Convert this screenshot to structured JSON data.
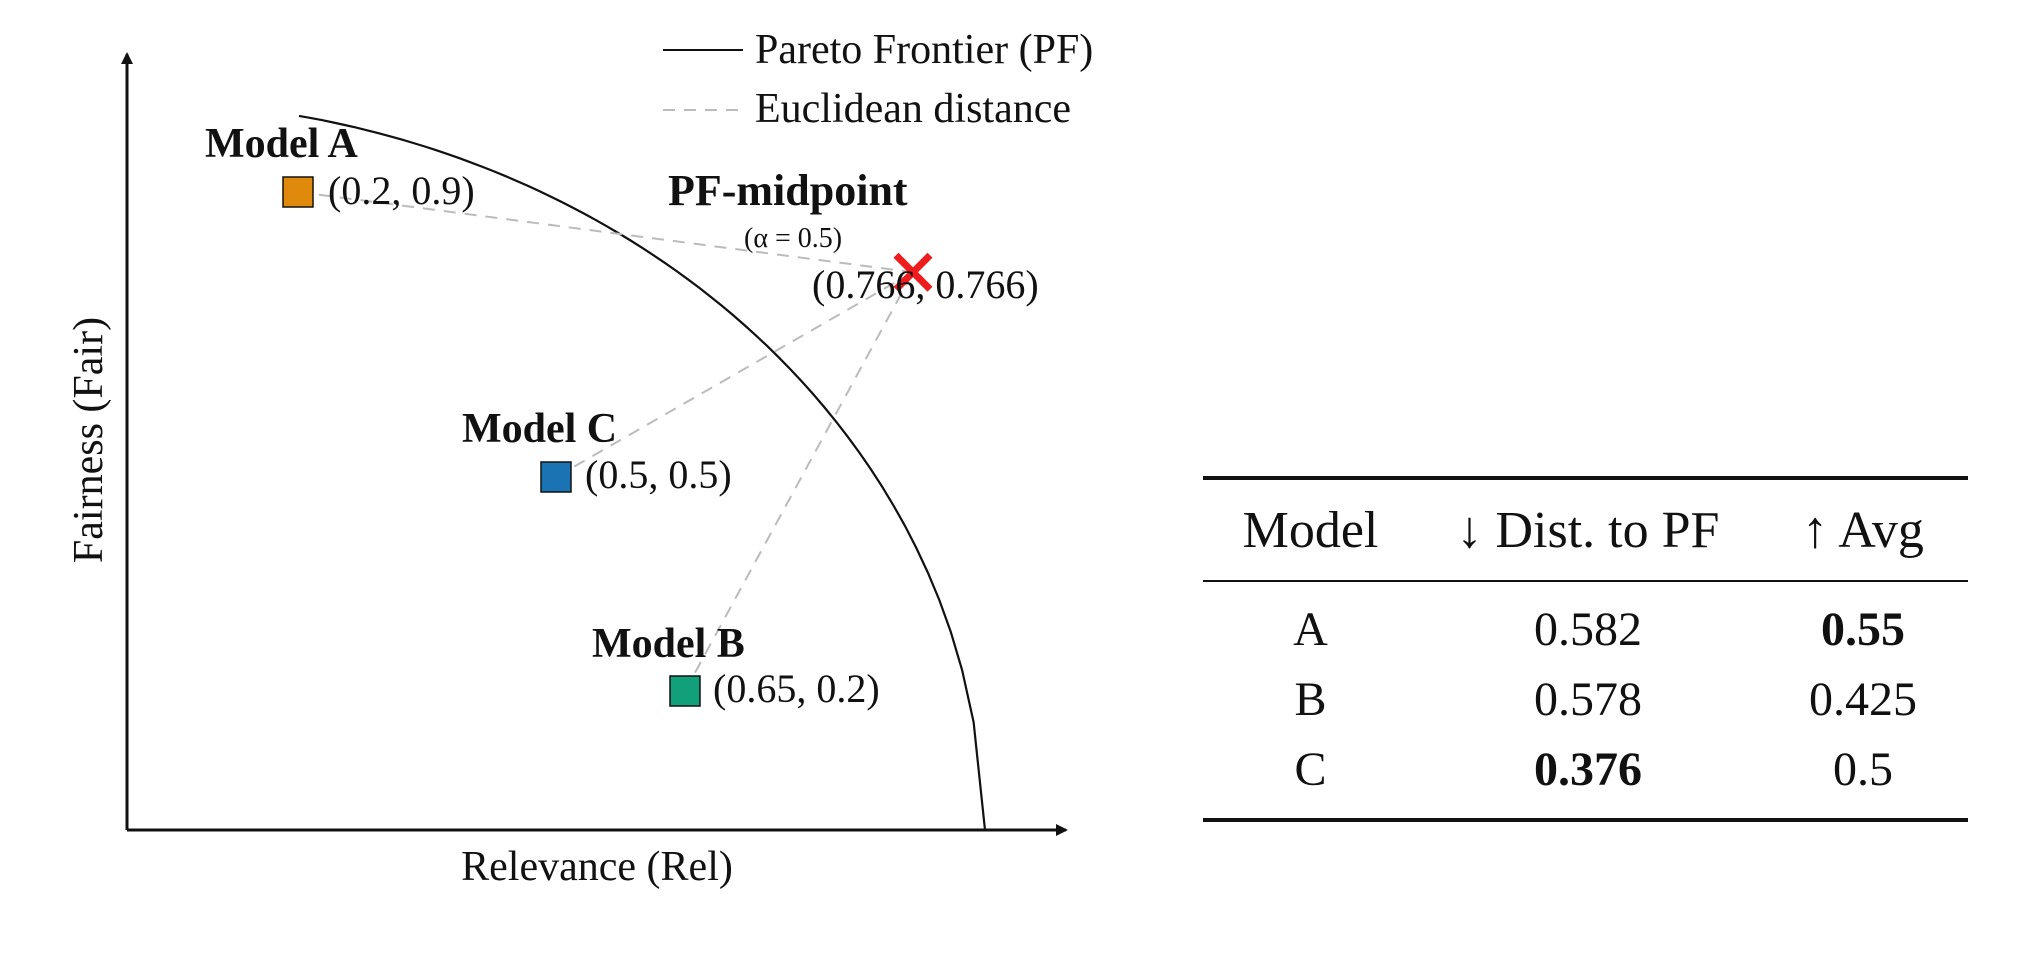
{
  "legend": {
    "frontier_label": "Pareto Frontier (PF)",
    "distance_label": "Euclidean distance"
  },
  "axes": {
    "x_label": "Relevance (Rel)",
    "y_label": "Fairness (Fair)"
  },
  "midpoint": {
    "title": "PF-midpoint",
    "alpha_label": "(α = 0.5)",
    "coords": "(0.766, 0.766)",
    "value": {
      "rel": 0.766,
      "fair": 0.766
    },
    "marker_color": "#ee1c1c"
  },
  "models": [
    {
      "name": "Model A",
      "coords": "(0.2, 0.9)",
      "rel": 0.2,
      "fair": 0.9,
      "color": "#e08a0b"
    },
    {
      "name": "Model B",
      "coords": "(0.65, 0.2)",
      "rel": 0.65,
      "fair": 0.2,
      "color": "#1a74b3"
    },
    {
      "name": "Model C",
      "coords": "(0.5, 0.5)",
      "rel": 0.5,
      "fair": 0.5,
      "color": "#12a07a"
    }
  ],
  "table": {
    "headers": [
      "Model",
      "↓ Dist. to PF",
      "↑ Avg"
    ],
    "rows": [
      {
        "model": "A",
        "dist": "0.582",
        "avg": "0.55",
        "dist_best": false,
        "avg_best": true
      },
      {
        "model": "B",
        "dist": "0.578",
        "avg": "0.425",
        "dist_best": false,
        "avg_best": false
      },
      {
        "model": "C",
        "dist": "0.376",
        "avg": "0.5",
        "dist_best": true,
        "avg_best": false
      }
    ]
  }
}
